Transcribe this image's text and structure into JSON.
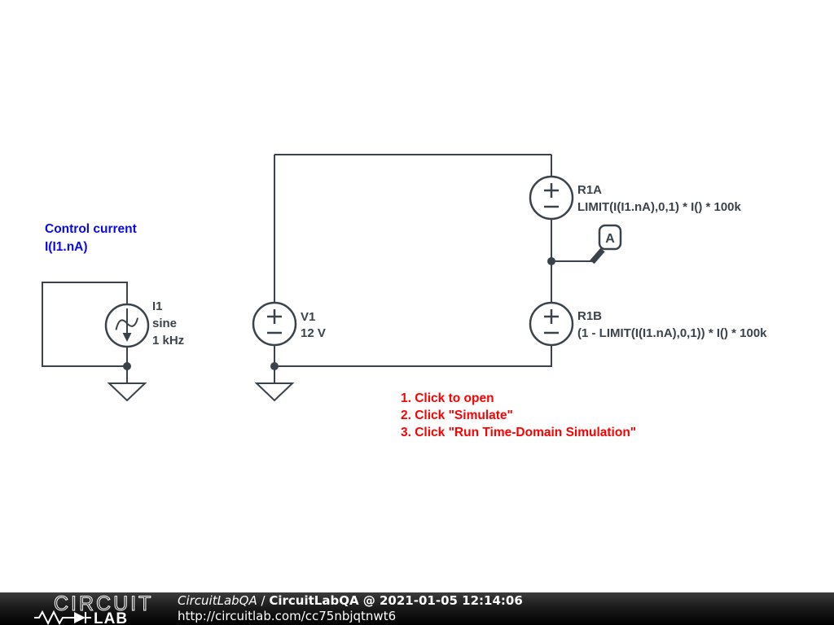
{
  "canvas": {
    "control_annotation": {
      "line1": "Control current",
      "line2": "I(I1.nA)",
      "color": "#0808ee"
    },
    "instructions": {
      "color": "#fe0000",
      "items": [
        "1. Click to open",
        "2. Click \"Simulate\"",
        "3. Click \"Run Time-Domain Simulation\""
      ]
    },
    "components": {
      "i1": {
        "designator": "I1",
        "waveform": "sine",
        "frequency": "1 kHz"
      },
      "v1": {
        "designator": "V1",
        "value": "12 V"
      },
      "r1a": {
        "designator": "R1A",
        "expression": "LIMIT(I(I1.nA),0,1) * I() * 100k"
      },
      "r1b": {
        "designator": "R1B",
        "expression": "(1 - LIMIT(I(I1.nA),0,1)) * I() * 100k"
      }
    },
    "node_flags": {
      "a": "A"
    },
    "wire_color": "#3a434b"
  },
  "footer": {
    "logo": {
      "word_top": "CIRCUIT",
      "word_bottom": "LAB"
    },
    "author": "CircuitLabQA",
    "separator": " / ",
    "title_and_timestamp": "CircuitLabQA @ 2021-01-05 12:14:06",
    "url": "http://circuitlab.com/cc75nbjqtnwt6"
  }
}
